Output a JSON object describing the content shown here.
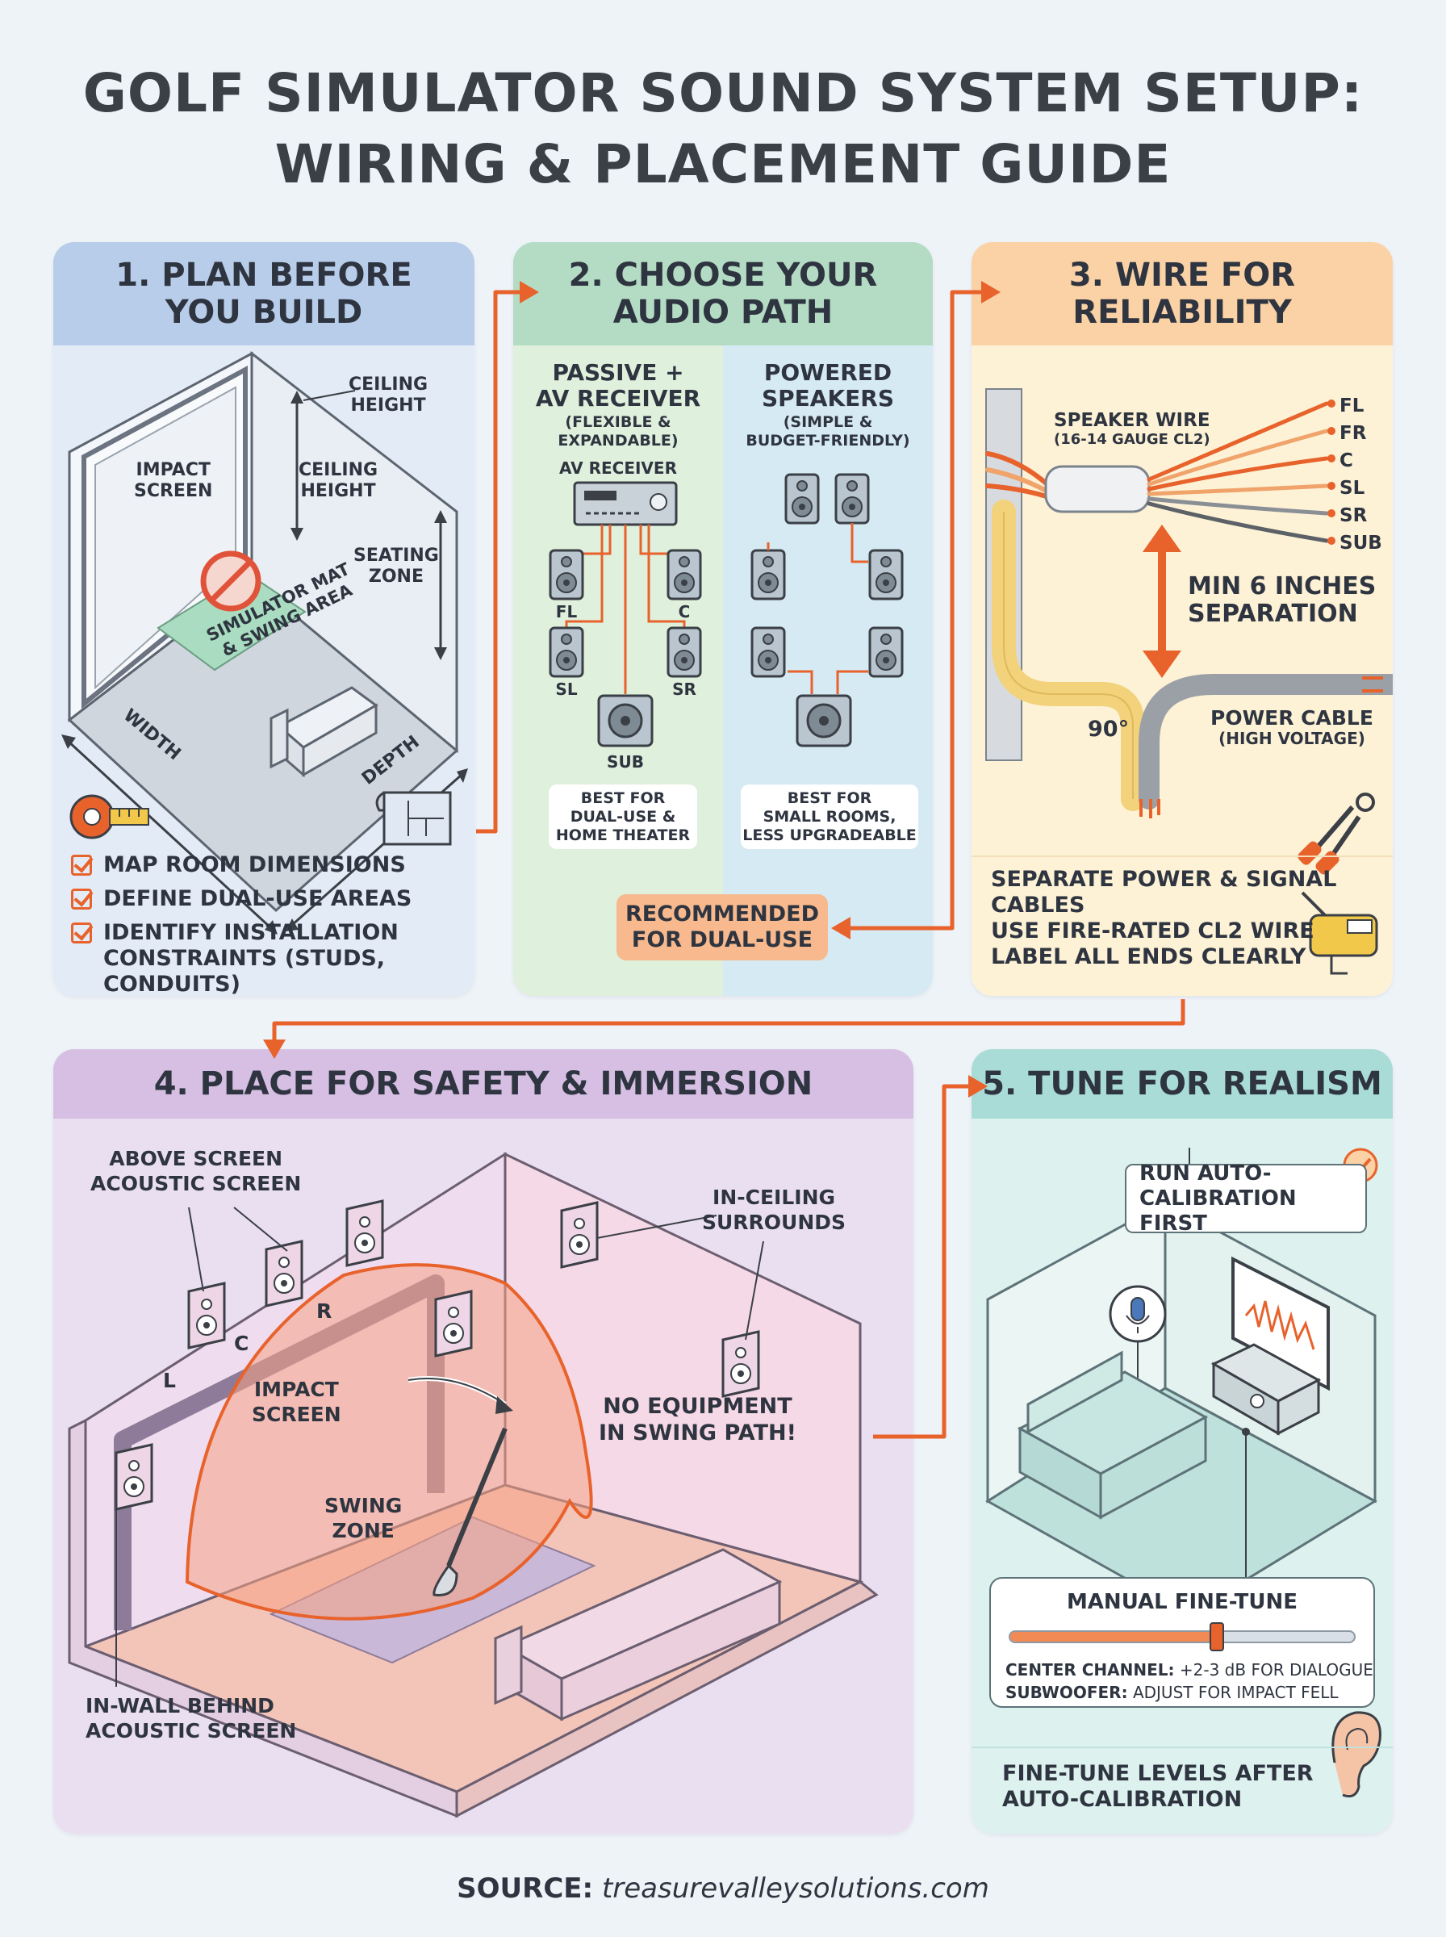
{
  "title": {
    "line1": "GOLF SIMULATOR SOUND SYSTEM SETUP:",
    "line2": "WIRING & PLACEMENT GUIDE"
  },
  "colors": {
    "accent": "#e8622c",
    "panel1": "#e3ecf6",
    "panel1_head": "#b8cde9",
    "panel2_left": "#dff0dc",
    "panel2_right": "#d6eaf3",
    "panel2_head": "#b4dcc4",
    "panel3": "#fdf2d6",
    "panel3_head": "#fbd2a6",
    "panel4": "#eadff1",
    "panel4_head": "#d6bfe3",
    "panel5": "#ddf1ef",
    "panel5_head": "#a9dbd7"
  },
  "panel1": {
    "heading_line1": "1. PLAN BEFORE",
    "heading_line2": "YOU BUILD",
    "room_labels": {
      "ceiling_height_outer_1": "CEILING",
      "ceiling_height_outer_2": "HEIGHT",
      "impact_screen_1": "IMPACT",
      "impact_screen_2": "SCREEN",
      "ceiling_height_inner_1": "CEILING",
      "ceiling_height_inner_2": "HEIGHT",
      "seating_zone_1": "SEATING",
      "seating_zone_2": "ZONE",
      "mat_1": "SIMULATOR MAT",
      "mat_2": "& SWING AREA",
      "width": "WIDTH",
      "depth": "DEPTH"
    },
    "checklist": [
      "MAP ROOM DIMENSIONS",
      "DEFINE DUAL-USE AREAS",
      "IDENTIFY INSTALLATION",
      "CONSTRAINTS (STUDS, CONDUITS)"
    ],
    "icons": [
      "tape-measure-icon",
      "floor-plan-icon",
      "no-symbol-icon"
    ]
  },
  "panel2": {
    "heading_line1": "2. CHOOSE YOUR",
    "heading_line2": "AUDIO PATH",
    "left": {
      "title_1": "PASSIVE +",
      "title_2": "AV RECEIVER",
      "sub_1": "(FLEXIBLE &",
      "sub_2": "EXPANDABLE)",
      "receiver_label": "AV RECEIVER",
      "speakers": {
        "fl": "FL",
        "c": "C",
        "sl": "SL",
        "sr": "SR",
        "sub": "SUB"
      },
      "best_1": "BEST FOR",
      "best_2": "DUAL-USE &",
      "best_3": "HOME THEATER"
    },
    "right": {
      "title_1": "POWERED",
      "title_2": "SPEAKERS",
      "sub_1": "(SIMPLE &",
      "sub_2": "BUDGET-FRIENDLY)",
      "best_1": "BEST FOR",
      "best_2": "SMALL ROOMS,",
      "best_3": "LESS UPGRADEABLE"
    },
    "recommended_1": "RECOMMENDED",
    "recommended_2": "FOR DUAL-USE"
  },
  "panel3": {
    "heading_line1": "3. WIRE FOR",
    "heading_line2": "RELIABILITY",
    "speaker_wire_1": "SPEAKER WIRE",
    "speaker_wire_2": "(16-14 GAUGE CL2)",
    "channels": [
      "FL",
      "FR",
      "C",
      "SL",
      "SR",
      "SUB"
    ],
    "separation_1": "MIN 6 INCHES",
    "separation_2": "SEPARATION",
    "angle": "90°",
    "power_1": "POWER CABLE",
    "power_2": "(HIGH VOLTAGE)",
    "tips": [
      "SEPARATE POWER & SIGNAL",
      "CABLES",
      "USE FIRE-RATED CL2 WIRE",
      "LABEL ALL ENDS CLEARLY"
    ]
  },
  "panel4": {
    "heading": "4. PLACE FOR SAFETY & IMMERSION",
    "above_1": "ABOVE SCREEN",
    "above_2": "ACOUSTIC SCREEN",
    "lcr": {
      "l": "L",
      "c": "C",
      "r": "R"
    },
    "ceiling_1": "IN-CEILING",
    "ceiling_2": "SURROUNDS",
    "impact_1": "IMPACT",
    "impact_2": "SCREEN",
    "no_equip_1": "NO EQUIPMENT",
    "no_equip_2": "IN SWING PATH!",
    "swing_1": "SWING",
    "swing_2": "ZONE",
    "inwall_1": "IN-WALL BEHIND",
    "inwall_2": "ACOUSTIC SCREEN"
  },
  "panel5": {
    "heading": "5. TUNE FOR REALISM",
    "auto_1": "RUN AUTO-",
    "auto_2": "CALIBRATION FIRST",
    "manual_title": "MANUAL FINE-TUNE",
    "slider_level": 0.6,
    "center_label": "CENTER CHANNEL:",
    "center_value": "+2-3 dB FOR DIALOGUE",
    "sub_label": "SUBWOOFER:",
    "sub_value": "ADJUST FOR IMPACT FELL",
    "footer_1": "FINE-TUNE LEVELS AFTER",
    "footer_2": "AUTO-CALIBRATION",
    "icons": [
      "microphone-icon",
      "ear-icon",
      "checkmark-icon"
    ]
  },
  "source": {
    "label": "SOURCE:",
    "url": "treasurevalleysolutions.com"
  }
}
